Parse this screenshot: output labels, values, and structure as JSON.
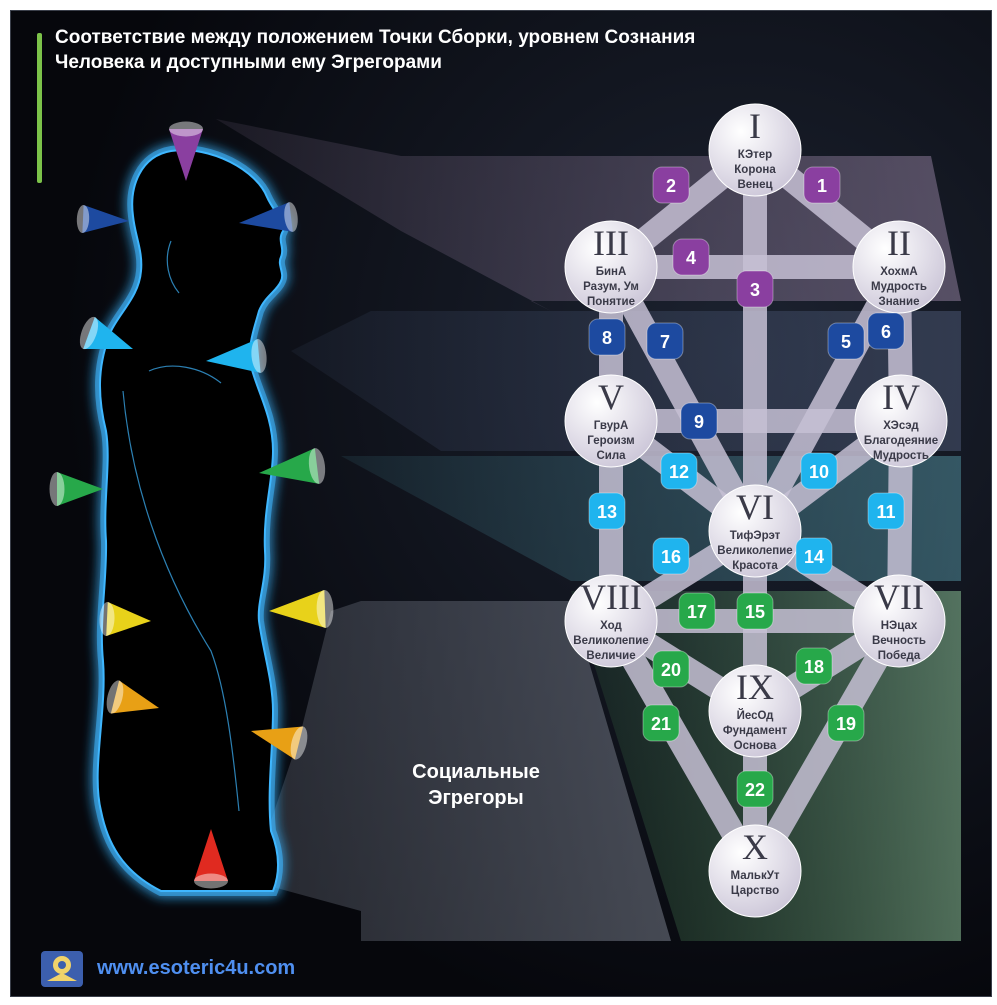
{
  "title": {
    "line1": "Соответствие между положением Точки Сборки, уровнем Сознания",
    "line2": "Человека и доступными ему Эгрегорами"
  },
  "social_label": {
    "line1": "Социальные",
    "line2": "Эгрегоры"
  },
  "website": "www.esoteric4u.com",
  "colors": {
    "background": "#06070c",
    "title_bar": "#7cc24a",
    "purple": "#8a3fa0",
    "dark_blue": "#1d4aa0",
    "light_blue": "#1fb4ee",
    "green": "#27a84a",
    "yellow": "#e8d21a",
    "orange": "#e8a015",
    "red": "#e02a20",
    "sephira_fill": "#d9d4e2",
    "body_glow": "#3fb7ff",
    "website": "#4f8ff0"
  },
  "sephirot": [
    {
      "id": "I",
      "numeral": "I",
      "lines": [
        "КЭтер",
        "Корона",
        "Венец"
      ]
    },
    {
      "id": "II",
      "numeral": "II",
      "lines": [
        "ХохмА",
        "Мудрость",
        "Знание"
      ]
    },
    {
      "id": "III",
      "numeral": "III",
      "lines": [
        "БинА",
        "Разум, Ум",
        "Понятие"
      ]
    },
    {
      "id": "IV",
      "numeral": "IV",
      "lines": [
        "ХЭсэд",
        "Благодеяние",
        "Мудрость"
      ]
    },
    {
      "id": "V",
      "numeral": "V",
      "lines": [
        "ГвурА",
        "Героизм",
        "Сила"
      ]
    },
    {
      "id": "VI",
      "numeral": "VI",
      "lines": [
        "ТифЭрэт",
        "Великолепие",
        "Красота"
      ]
    },
    {
      "id": "VII",
      "numeral": "VII",
      "lines": [
        "НЭцах",
        "Вечность",
        "Победа"
      ]
    },
    {
      "id": "VIII",
      "numeral": "VIII",
      "lines": [
        "Ход",
        "Великолепие",
        "Величие"
      ]
    },
    {
      "id": "IX",
      "numeral": "IX",
      "lines": [
        "ЙесОд",
        "Фундамент",
        "Основа"
      ]
    },
    {
      "id": "X",
      "numeral": "X",
      "lines": [
        "МалькУт",
        "Царство"
      ]
    }
  ],
  "paths": [
    {
      "n": "1",
      "color": "purple"
    },
    {
      "n": "2",
      "color": "purple"
    },
    {
      "n": "3",
      "color": "purple"
    },
    {
      "n": "4",
      "color": "purple"
    },
    {
      "n": "5",
      "color": "dark_blue"
    },
    {
      "n": "6",
      "color": "dark_blue"
    },
    {
      "n": "7",
      "color": "dark_blue"
    },
    {
      "n": "8",
      "color": "dark_blue"
    },
    {
      "n": "9",
      "color": "dark_blue"
    },
    {
      "n": "10",
      "color": "light_blue"
    },
    {
      "n": "11",
      "color": "light_blue"
    },
    {
      "n": "12",
      "color": "light_blue"
    },
    {
      "n": "13",
      "color": "light_blue"
    },
    {
      "n": "14",
      "color": "light_blue"
    },
    {
      "n": "16",
      "color": "light_blue"
    },
    {
      "n": "15",
      "color": "green"
    },
    {
      "n": "17",
      "color": "green"
    },
    {
      "n": "18",
      "color": "green"
    },
    {
      "n": "19",
      "color": "green"
    },
    {
      "n": "20",
      "color": "green"
    },
    {
      "n": "21",
      "color": "green"
    },
    {
      "n": "22",
      "color": "green"
    }
  ],
  "cones": [
    {
      "name": "crown-cone",
      "color": "purple"
    },
    {
      "name": "head-back-cone",
      "color": "dark_blue"
    },
    {
      "name": "head-front-cone",
      "color": "dark_blue"
    },
    {
      "name": "throat-back-cone",
      "color": "light_blue"
    },
    {
      "name": "throat-front-cone",
      "color": "light_blue"
    },
    {
      "name": "heart-back-cone",
      "color": "green"
    },
    {
      "name": "heart-front-cone",
      "color": "green"
    },
    {
      "name": "solar-back-cone",
      "color": "yellow"
    },
    {
      "name": "solar-front-cone",
      "color": "yellow"
    },
    {
      "name": "sacral-back-cone",
      "color": "orange"
    },
    {
      "name": "sacral-front-cone",
      "color": "orange"
    },
    {
      "name": "root-cone",
      "color": "red"
    }
  ]
}
